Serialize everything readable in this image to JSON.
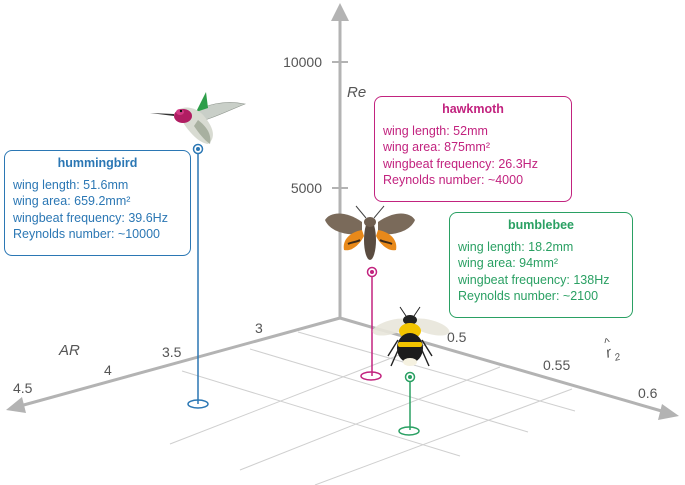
{
  "colors": {
    "axis": "#b3b3b3",
    "hummingbird": "#2b77b4",
    "hawkmoth": "#c2237f",
    "bumblebee": "#2aa063"
  },
  "axes": {
    "re_label": "Re",
    "ar_label": "AR",
    "r2_label": "r",
    "r2_subscript": "2",
    "r2_hat": "^",
    "re_ticks": [
      "10000",
      "5000"
    ],
    "ar_ticks": [
      "3",
      "3.5",
      "4",
      "4.5"
    ],
    "r2_ticks": [
      "0.5",
      "0.55",
      "0.6"
    ]
  },
  "insects": {
    "hummingbird": {
      "title": "hummingbird",
      "lines": [
        "wing length: 51.6mm",
        "wing area: 659.2mm²",
        "wingbeat frequency: 39.6Hz",
        "Reynolds number: ~10000"
      ]
    },
    "hawkmoth": {
      "title": "hawkmoth",
      "lines": [
        "wing length: 52mm",
        "wing area: 875mm²",
        "wingbeat frequency: 26.3Hz",
        "Reynolds number: ~4000"
      ]
    },
    "bumblebee": {
      "title": "bumblebee",
      "lines": [
        "wing length: 18.2mm",
        "wing area: 94mm²",
        "wingbeat frequency: 138Hz",
        "Reynolds number: ~2100"
      ]
    }
  }
}
